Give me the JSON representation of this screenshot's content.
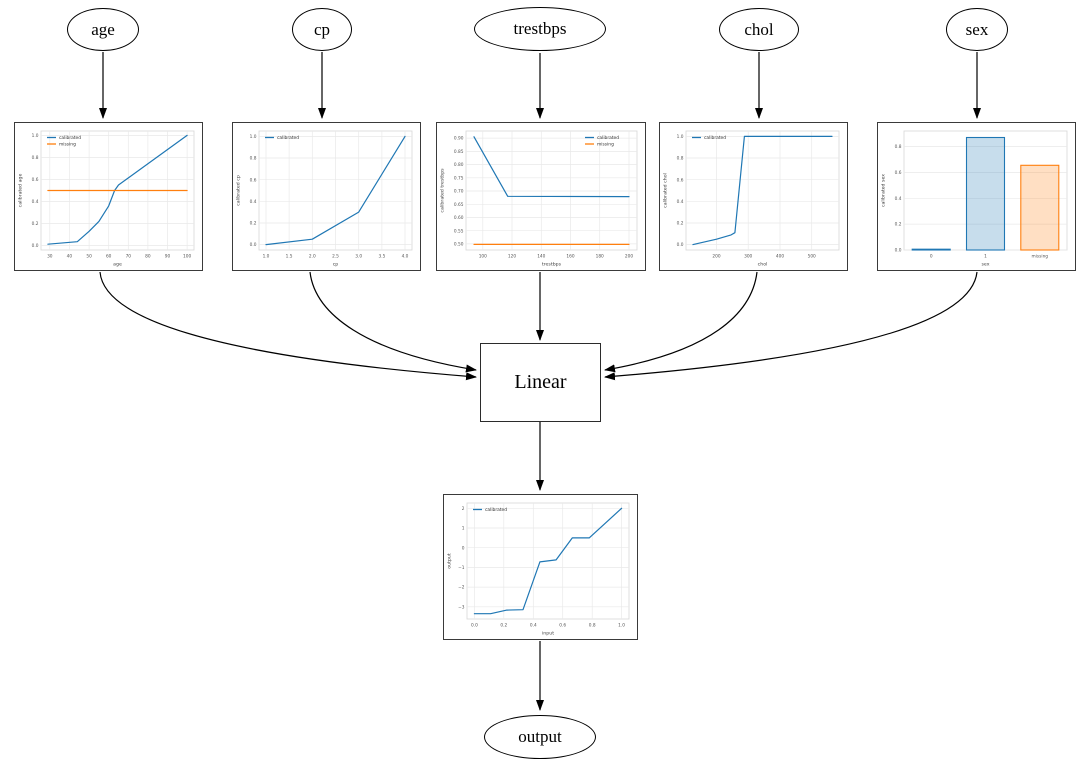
{
  "diagram": {
    "input_nodes": [
      {
        "label": "age"
      },
      {
        "label": "cp"
      },
      {
        "label": "trestbps"
      },
      {
        "label": "chol"
      },
      {
        "label": "sex"
      }
    ],
    "linear_box": {
      "label": "Linear"
    },
    "output_node": {
      "label": "output"
    }
  },
  "colors": {
    "calibrated": "#1f77b4",
    "missing": "#ff7f0e",
    "edge": "#000000",
    "grid": "#e9e9e9"
  },
  "chart_data": [
    {
      "type": "line",
      "name": "age-calibrator",
      "xlabel": "age",
      "ylabel": "calibrated age",
      "xlim": [
        25.5,
        103.5
      ],
      "ylim": [
        -0.04,
        1.04
      ],
      "xticks": [
        [
          30,
          "30"
        ],
        [
          40,
          "40"
        ],
        [
          50,
          "50"
        ],
        [
          60,
          "60"
        ],
        [
          70,
          "70"
        ],
        [
          80,
          "80"
        ],
        [
          90,
          "90"
        ],
        [
          100,
          "100"
        ]
      ],
      "yticks": [
        [
          0.0,
          "0.0"
        ],
        [
          0.2,
          "0.2"
        ],
        [
          0.4,
          "0.4"
        ],
        [
          0.6,
          "0.6"
        ],
        [
          0.8,
          "0.8"
        ],
        [
          1.0,
          "1.0"
        ]
      ],
      "legend": "nw",
      "series": [
        {
          "name": "calibrated",
          "color": "calibrated",
          "points": [
            [
              29,
              0.013
            ],
            [
              44,
              0.035
            ],
            [
              50,
              0.13
            ],
            [
              55,
              0.22
            ],
            [
              60,
              0.36
            ],
            [
              63,
              0.5
            ],
            [
              65,
              0.55
            ],
            [
              100,
              1.0
            ]
          ]
        },
        {
          "name": "missing",
          "color": "missing",
          "points": [
            [
              29,
              0.5
            ],
            [
              100,
              0.5
            ]
          ]
        }
      ]
    },
    {
      "type": "line",
      "name": "cp-calibrator",
      "xlabel": "cp",
      "ylabel": "calibrated cp",
      "xlim": [
        0.85,
        4.15
      ],
      "ylim": [
        -0.05,
        1.05
      ],
      "xticks": [
        [
          1.0,
          "1.0"
        ],
        [
          1.5,
          "1.5"
        ],
        [
          2.0,
          "2.0"
        ],
        [
          2.5,
          "2.5"
        ],
        [
          3.0,
          "3.0"
        ],
        [
          3.5,
          "3.5"
        ],
        [
          4.0,
          "4.0"
        ]
      ],
      "yticks": [
        [
          0.0,
          "0.0"
        ],
        [
          0.2,
          "0.2"
        ],
        [
          0.4,
          "0.4"
        ],
        [
          0.6,
          "0.6"
        ],
        [
          0.8,
          "0.8"
        ],
        [
          1.0,
          "1.0"
        ]
      ],
      "legend": "nw",
      "series": [
        {
          "name": "calibrated",
          "color": "calibrated",
          "points": [
            [
              1,
              0.0
            ],
            [
              2,
              0.05
            ],
            [
              3,
              0.3
            ],
            [
              4,
              1.0
            ]
          ]
        }
      ]
    },
    {
      "type": "line",
      "name": "trestbps-calibrator",
      "xlabel": "trestbps",
      "ylabel": "calibrated trestbps",
      "xlim": [
        88.5,
        205.5
      ],
      "ylim": [
        0.477,
        0.927
      ],
      "xticks": [
        [
          100,
          "100"
        ],
        [
          120,
          "120"
        ],
        [
          140,
          "140"
        ],
        [
          160,
          "160"
        ],
        [
          180,
          "180"
        ],
        [
          200,
          "200"
        ]
      ],
      "yticks": [
        [
          0.5,
          "0.50"
        ],
        [
          0.55,
          "0.55"
        ],
        [
          0.6,
          "0.60"
        ],
        [
          0.65,
          "0.65"
        ],
        [
          0.7,
          "0.70"
        ],
        [
          0.75,
          "0.75"
        ],
        [
          0.8,
          "0.80"
        ],
        [
          0.85,
          "0.85"
        ],
        [
          0.9,
          "0.90"
        ]
      ],
      "legend": "ne",
      "series": [
        {
          "name": "calibrated",
          "color": "calibrated",
          "points": [
            [
              94,
              0.905
            ],
            [
              117,
              0.68
            ],
            [
              200,
              0.679
            ]
          ]
        },
        {
          "name": "missing",
          "color": "missing",
          "points": [
            [
              94,
              0.498
            ],
            [
              200,
              0.498
            ]
          ]
        }
      ]
    },
    {
      "type": "line",
      "name": "chol-calibrator",
      "xlabel": "chol",
      "ylabel": "calibrated chol",
      "xlim": [
        104,
        586
      ],
      "ylim": [
        -0.05,
        1.05
      ],
      "xticks": [
        [
          200,
          "200"
        ],
        [
          300,
          "300"
        ],
        [
          400,
          "400"
        ],
        [
          500,
          "500"
        ]
      ],
      "yticks": [
        [
          0.0,
          "0.0"
        ],
        [
          0.2,
          "0.2"
        ],
        [
          0.4,
          "0.4"
        ],
        [
          0.6,
          "0.6"
        ],
        [
          0.8,
          "0.8"
        ],
        [
          1.0,
          "1.0"
        ]
      ],
      "legend": "nw",
      "series": [
        {
          "name": "calibrated",
          "color": "calibrated",
          "points": [
            [
              126,
              0.0
            ],
            [
              200,
              0.05
            ],
            [
              246,
              0.09
            ],
            [
              258,
              0.11
            ],
            [
              288,
              1.0
            ],
            [
              564,
              1.0
            ]
          ]
        }
      ]
    },
    {
      "type": "bar",
      "name": "sex-calibrator",
      "xlabel": "sex",
      "ylabel": "calibrated sex",
      "ylim": [
        0,
        0.92
      ],
      "yticks": [
        [
          0.0,
          "0.0"
        ],
        [
          0.2,
          "0.2"
        ],
        [
          0.4,
          "0.4"
        ],
        [
          0.6,
          "0.6"
        ],
        [
          0.8,
          "0.8"
        ]
      ],
      "legend": null,
      "bars": [
        {
          "label": "0",
          "value": 0.006,
          "color": "calibrated"
        },
        {
          "label": "1",
          "value": 0.87,
          "color": "calibrated"
        },
        {
          "label": "missing",
          "value": 0.655,
          "color": "missing"
        }
      ]
    },
    {
      "type": "line",
      "name": "output-calibrator",
      "xlabel": "input",
      "ylabel": "output",
      "xlim": [
        -0.05,
        1.05
      ],
      "ylim": [
        -3.62,
        2.27
      ],
      "xticks": [
        [
          0.0,
          "0.0"
        ],
        [
          0.2,
          "0.2"
        ],
        [
          0.4,
          "0.4"
        ],
        [
          0.6,
          "0.6"
        ],
        [
          0.8,
          "0.8"
        ],
        [
          1.0,
          "1.0"
        ]
      ],
      "yticks": [
        [
          -3,
          "−3"
        ],
        [
          -2,
          "−2"
        ],
        [
          -1,
          "−1"
        ],
        [
          0,
          "0"
        ],
        [
          1,
          "1"
        ],
        [
          2,
          "2"
        ]
      ],
      "legend": "nw",
      "series": [
        {
          "name": "calibrated",
          "color": "calibrated",
          "points": [
            [
              0,
              -3.35
            ],
            [
              0.11,
              -3.35
            ],
            [
              0.22,
              -3.17
            ],
            [
              0.33,
              -3.15
            ],
            [
              0.445,
              -0.72
            ],
            [
              0.555,
              -0.62
            ],
            [
              0.665,
              0.5
            ],
            [
              0.78,
              0.5
            ],
            [
              1.0,
              2.0
            ]
          ]
        }
      ]
    }
  ]
}
